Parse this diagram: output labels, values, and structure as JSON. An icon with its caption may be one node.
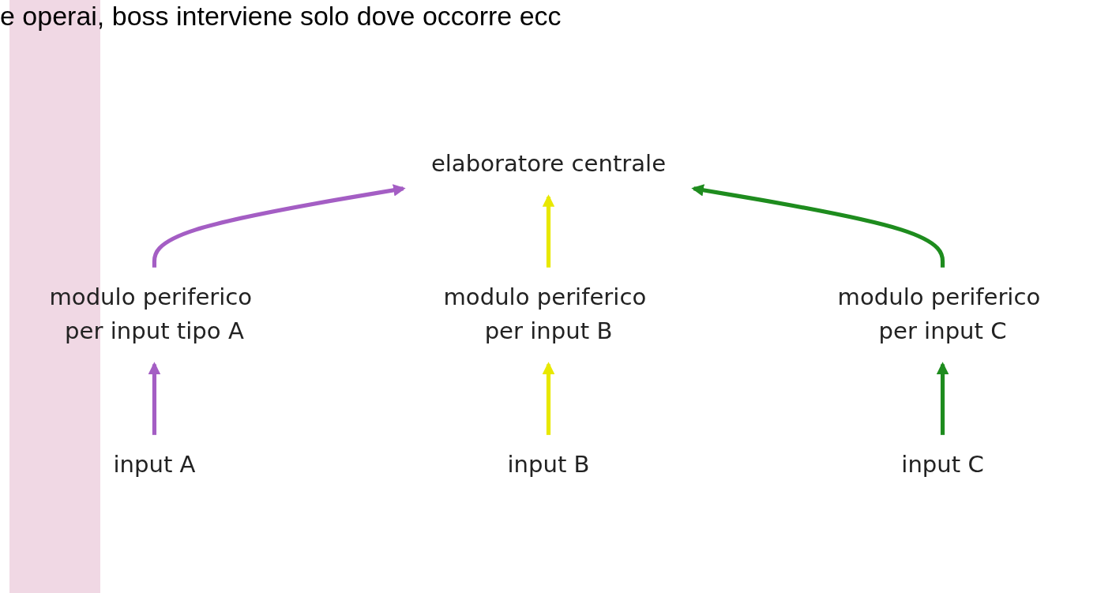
{
  "diagram": {
    "nodes": [
      {
        "text": [
          "elaboratore centrale"
        ]
      },
      {
        "text": [
          "modulo periferico per input tipo A"
        ]
      },
      {
        "text": [
          "modulo periferico per input B"
        ]
      },
      {
        "text": [
          "modulo periferico per input C"
        ]
      },
      {
        "text": [
          "input A"
        ]
      },
      {
        "text": [
          "input B"
        ]
      },
      {
        "text": [
          "input C"
        ]
      }
    ],
    "edges": [
      {
        "from": 1,
        "to": 0,
        "arrow": "to",
        "color": "#a45ec4"
      },
      {
        "from": 2,
        "to": 0,
        "arrow": "to",
        "color": "#e8e800"
      },
      {
        "from": 3,
        "to": 0,
        "arrow": "to",
        "color": "#1e8c1e"
      },
      {
        "from": 4,
        "to": 1,
        "arrow": "to",
        "color": "#a45ec4"
      },
      {
        "from": 5,
        "to": 2,
        "arrow": "to",
        "color": "#e8e800"
      },
      {
        "from": 6,
        "to": 3,
        "arrow": "to",
        "color": "#1e8c1e"
      }
    ],
    "labels": [
      "e operai, boss interviene solo dove occorre ecc"
    ]
  }
}
